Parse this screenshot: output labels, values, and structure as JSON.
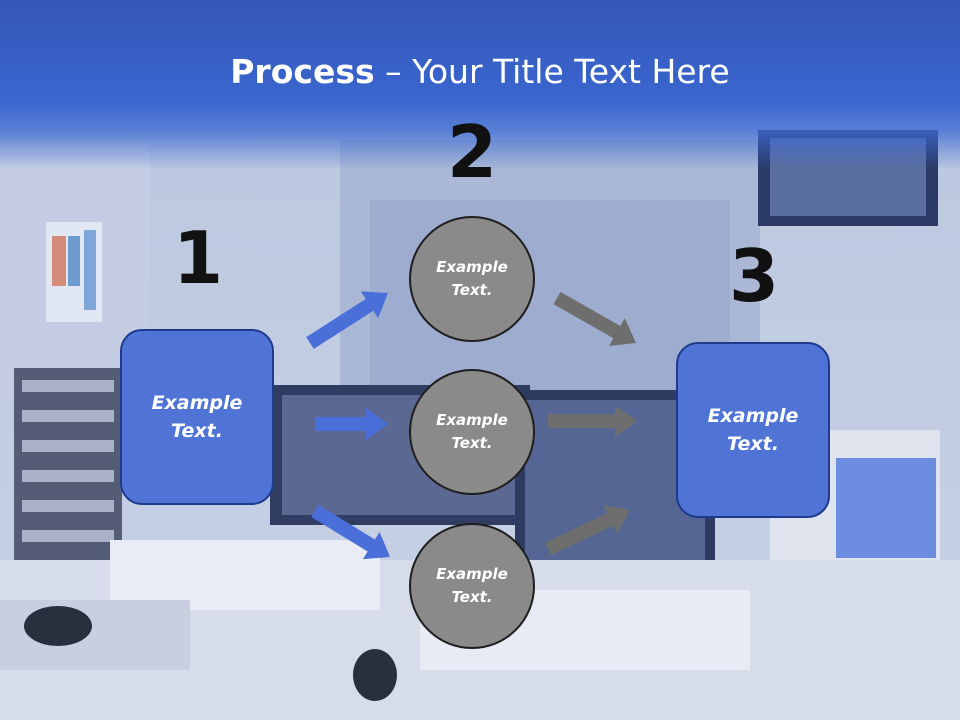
{
  "slide": {
    "title_bold": "Process",
    "title_rest": " – Your Title Text Here"
  },
  "steps": {
    "one": "1",
    "two": "2",
    "three": "3"
  },
  "left_box": {
    "text": "Example Text."
  },
  "circles": [
    {
      "text": "Example Text."
    },
    {
      "text": "Example Text."
    },
    {
      "text": "Example Text."
    }
  ],
  "right_box": {
    "text": "Example Text."
  },
  "colors": {
    "header": "#3a66cf",
    "box_fill": "#4f74d6",
    "box_border": "#1f3a8c",
    "circle_fill": "#8a8a8a",
    "arrow_blue": "#4a6fd8",
    "arrow_gray": "#6e6e6e"
  }
}
